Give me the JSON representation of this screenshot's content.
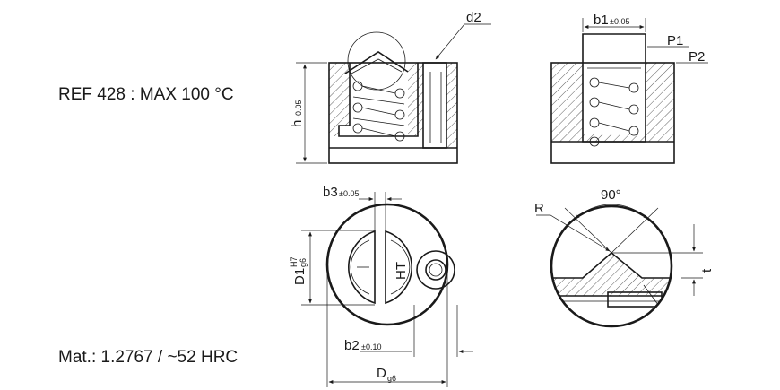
{
  "notes": {
    "ref": "REF 428 : MAX 100 °C",
    "material": "Mat.: 1.2767 / ~52 HRC"
  },
  "labels": {
    "d2": "d2",
    "b1": "b1",
    "b1_tol": "±0.05",
    "p1": "P1",
    "p2": "P2",
    "h": "h",
    "h_tol": "-0.05",
    "b3": "b3",
    "b3_tol": "±0.05",
    "angle": "90°",
    "r": "R",
    "t": "t",
    "d1": "D1",
    "d1_tol_upper": "H7",
    "d1_tol_lower": "g6",
    "ht": "HT",
    "b2": "b2",
    "b2_tol": "±0.10",
    "d": "D",
    "d_tol": "g6"
  }
}
